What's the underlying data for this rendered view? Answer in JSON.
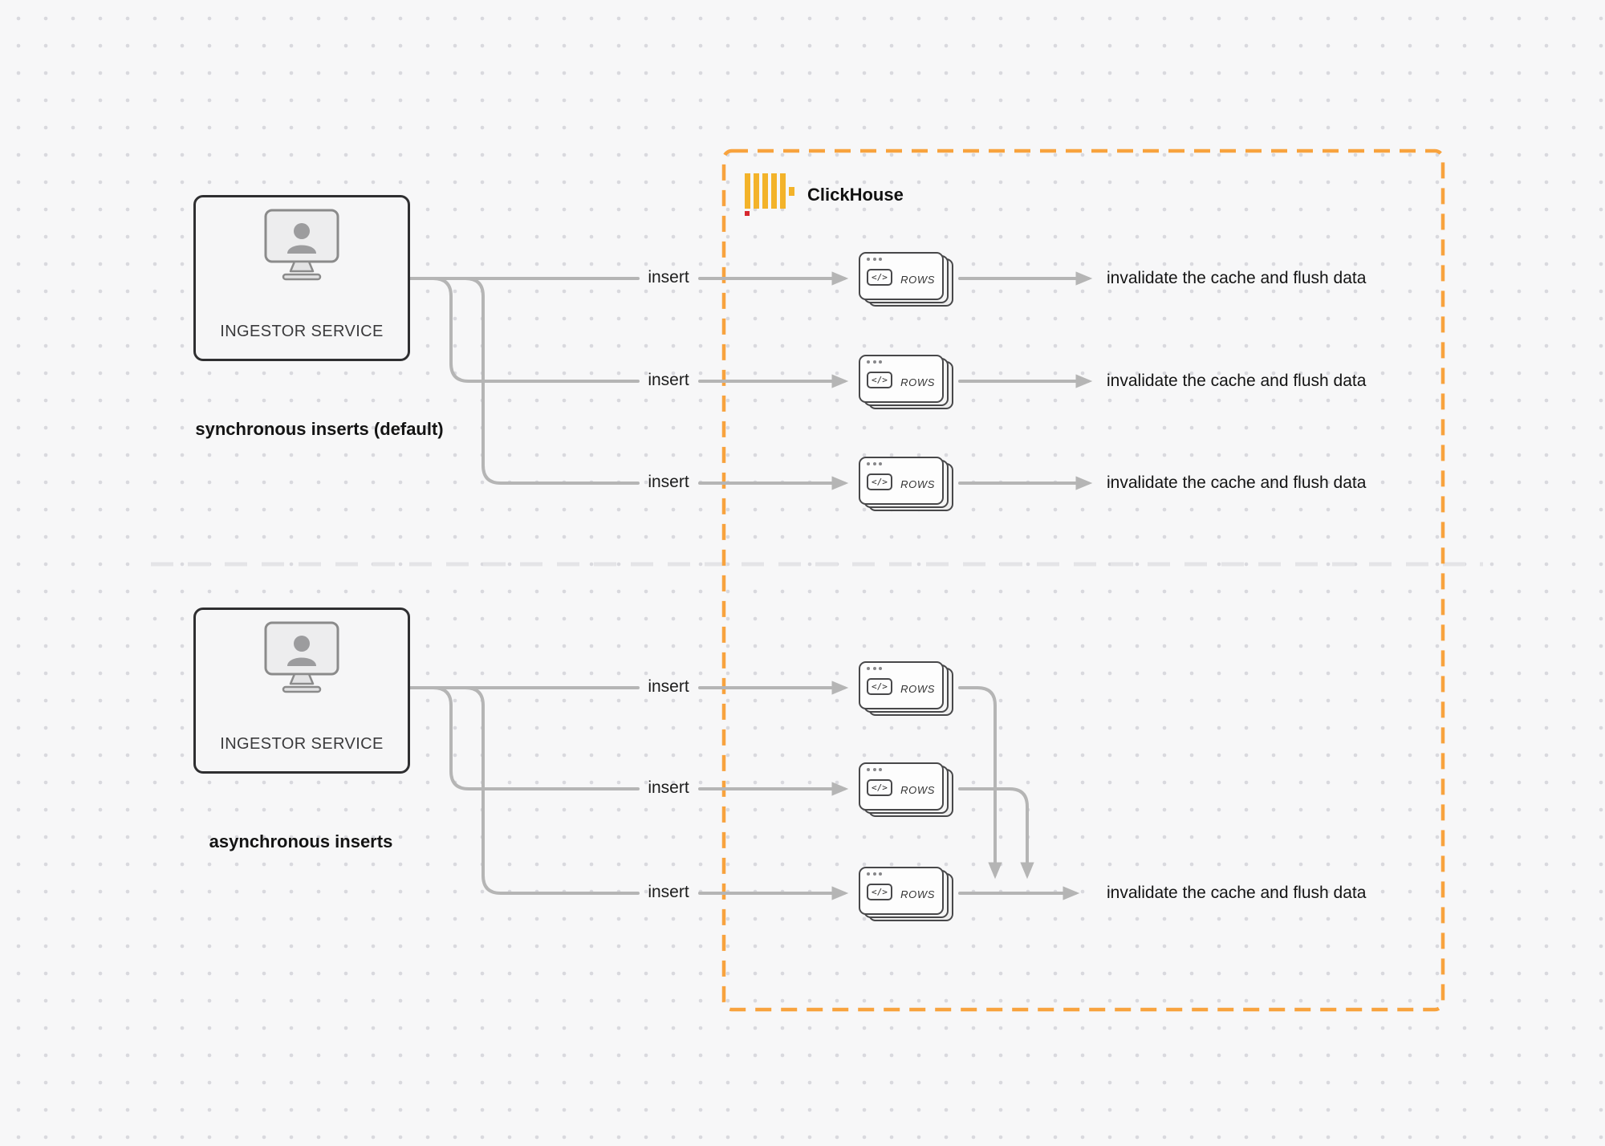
{
  "diagram": {
    "clickhouse_label": "ClickHouse",
    "rows_label": "ROWS",
    "code_glyph": "</>",
    "sync": {
      "ingestor_label": "INGESTOR SERVICE",
      "caption": "synchronous inserts (default)",
      "rows": [
        {
          "insert": "insert",
          "result": "invalidate the cache and flush data"
        },
        {
          "insert": "insert",
          "result": "invalidate the cache and flush data"
        },
        {
          "insert": "insert",
          "result": "invalidate the cache and flush data"
        }
      ]
    },
    "async": {
      "ingestor_label": "INGESTOR SERVICE",
      "caption": "asynchronous inserts",
      "rows": [
        {
          "insert": "insert"
        },
        {
          "insert": "insert"
        },
        {
          "insert": "insert"
        }
      ],
      "result": "invalidate the cache and flush data"
    },
    "colors": {
      "accent_orange": "#F8A33E",
      "logo_yellow": "#F3B32A",
      "logo_red": "#D7282F",
      "connector": "#b5b5b5",
      "divider": "#e4e4e7",
      "box_border": "#2f2f31"
    }
  }
}
